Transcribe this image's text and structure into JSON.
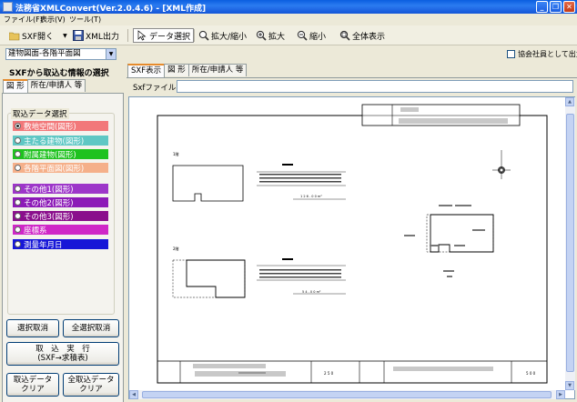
{
  "window": {
    "title": "法務省XMLConvert(Ver.2.0.4.6) - [XML作成]",
    "controls": {
      "minimize": "_",
      "restore": "❐",
      "close": "✕"
    }
  },
  "menu": [
    "ファイル(F)",
    "表示(V)",
    "ツール(T)"
  ],
  "toolbar": {
    "open_label": "SXF開く",
    "xml_output_label": "XML出力",
    "data_select_label": "データ選択",
    "zoom_label": "拡大/縮小",
    "zoom_in_label": "拡大",
    "zoom_out_label": "縮小",
    "fit_label": "全体表示"
  },
  "drawing_combo": {
    "value": "建物図面-各階平面図"
  },
  "company_checkbox": {
    "label": "協会社員として出力",
    "checked": false
  },
  "left_panel": {
    "title": "SXFから取込む情報の選択",
    "tabs": [
      "図 形",
      "所在/申請人 等"
    ],
    "active_tab": 0,
    "group_label": "取込データ選択",
    "options": [
      {
        "label": "敷地空間(図形)",
        "color": "#f2787a",
        "text_color": "#ffffff",
        "selected": true
      },
      {
        "label": "主たる建物(図形)",
        "color": "#5fc7c4",
        "text_color": "#ffffff",
        "selected": false
      },
      {
        "label": "附属建物(図形)",
        "color": "#1fc21f",
        "text_color": "#ffffff",
        "selected": false
      },
      {
        "label": "各階平面図(図形)",
        "color": "#f5b08a",
        "text_color": "#ffffff",
        "selected": false
      },
      {
        "label": "その他1(図形)",
        "color": "#9d36c9",
        "text_color": "#ffffff",
        "selected": false
      },
      {
        "label": "その他2(図形)",
        "color": "#8c1ab7",
        "text_color": "#ffffff",
        "selected": false
      },
      {
        "label": "その他3(図形)",
        "color": "#8a0f8c",
        "text_color": "#ffffff",
        "selected": false
      },
      {
        "label": "座標系",
        "color": "#cf27c7",
        "text_color": "#ffffff",
        "selected": false
      },
      {
        "label": "測量年月日",
        "color": "#1717d7",
        "text_color": "#ffffff",
        "selected": false
      }
    ],
    "buttons": {
      "deselect": "選択取消",
      "deselect_all": "全選択取消",
      "execute_line1": "取　込　実　行",
      "execute_line2": "(SXF→求積表)",
      "clear_line1": "取込データ",
      "clear_line2": "クリア",
      "clear_all_line1": "全取込データ",
      "clear_all_line2": "クリア"
    }
  },
  "right_panel": {
    "tabs": [
      "SXF表示",
      "図 形",
      "所在/申請人 等"
    ],
    "active_tab": 0,
    "sxf_file_label": "Sxfファイル",
    "sxf_file_value": ""
  },
  "drawing": {
    "floor1_label": "1階",
    "floor2_label": "2階",
    "area1": "1 2 6 . 0 0  m²",
    "area2": "5 4 . 0 0  m²",
    "scale_left": "2 5 0",
    "scale_right": "5 0 0"
  }
}
